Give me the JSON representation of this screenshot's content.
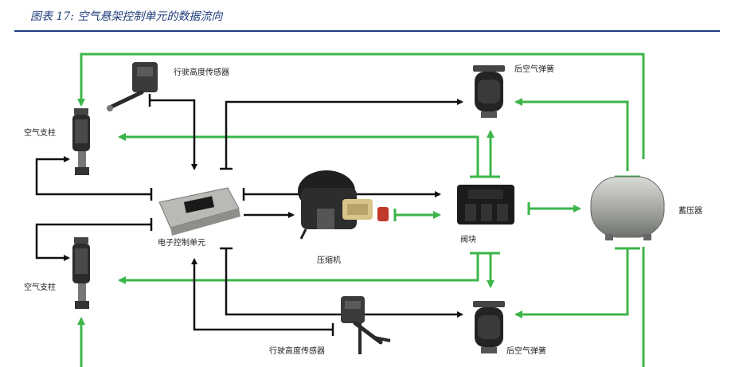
{
  "caption": "图表 17: 空气悬架控制单元的数据流向",
  "labels": {
    "height_sensor_top": "行驶高度传感器",
    "height_sensor_bottom": "行驶高度传感器",
    "strut_top": "空气支柱",
    "strut_bottom": "空气支柱",
    "ecu": "电子控制单元",
    "compressor": "压缩机",
    "valve": "阀块",
    "spring_top": "后空气弹簧",
    "spring_bottom": "后空气弹簧",
    "reservoir": "蓄压器"
  },
  "colors": {
    "green": "#3cb54a",
    "black": "#111111",
    "rule": "#1f3d7a"
  }
}
